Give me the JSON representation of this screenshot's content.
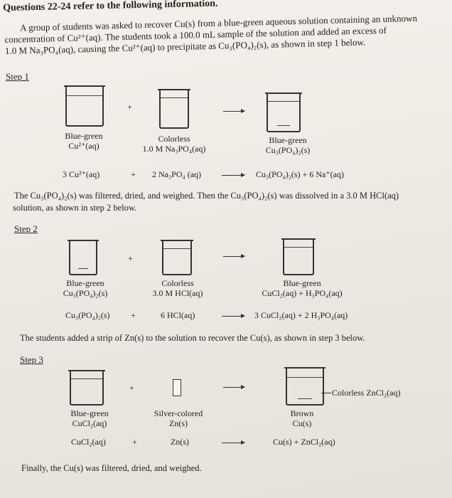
{
  "title": "Questions 22-24 refer to the following information.",
  "intro": {
    "line1": "A group of students was asked to recover Cu(s) from a blue-green aqueous solution containing an unknown",
    "line2": "concentration of Cu²⁺(aq). The students took a 100.0 mL sample of the solution and added an excess of",
    "line3": "1.0 M Na₃PO₄(aq), causing the Cu²⁺(aq) to precipitate as Cu₃(PO₄)₂(s), as shown in step 1 below."
  },
  "step1": {
    "label": "Step 1",
    "items": [
      {
        "color": "Blue-green",
        "substance": "Cu²⁺(aq)"
      },
      {
        "color": "Colorless",
        "substance": "1.0 M Na₃PO₄(aq)"
      },
      {
        "color": "Blue-green",
        "substance": "Cu₃(PO₄)₂(s)"
      }
    ],
    "plus": "+",
    "equation": {
      "reactant1": "3 Cu²⁺(aq)",
      "plus": "+",
      "reactant2": "2 Na₃PO₄ (aq)",
      "products": "Cu₃(PO₄)₂(s) + 6 Na⁺(aq)"
    }
  },
  "middle_text": {
    "line1": "The Cu₃(PO₄)₂(s) was filtered, dried, and weighed. Then the Cu₃(PO₄)₂(s) was dissolved in a 3.0 M HCl(aq)",
    "line2": "solution, as shown in step 2 below."
  },
  "step2": {
    "label": "Step 2",
    "items": [
      {
        "color": "Blue-green",
        "substance": "Cu₃(PO₄)₂(s)"
      },
      {
        "color": "Colorless",
        "substance": "3.0 M HCl(aq)"
      },
      {
        "color": "Blue-green",
        "substance": "CuCl₂(aq) + H₃PO₄(aq)"
      }
    ],
    "plus": "+",
    "equation": {
      "reactant1": "Cu₃(PO₄)₂(s)",
      "plus": "+",
      "reactant2": "6 HCl(aq)",
      "products": "3 CuCl₂(aq) + 2 H₃PO₄(aq)"
    }
  },
  "step3_text": "The students added a strip of Zn(s) to the solution to recover the Cu(s), as shown in step 3 below.",
  "step3": {
    "label": "Step 3",
    "items": [
      {
        "color": "Blue-green",
        "substance": "CuCl₂(aq)"
      },
      {
        "color": "Silver-colored",
        "substance": "Zn(s)"
      },
      {
        "color": "Brown",
        "substance": "Cu(s)"
      }
    ],
    "callout": "Colorless ZnCl₂(aq)",
    "plus": "+",
    "equation": {
      "reactant1": "CuCl₂(aq)",
      "plus": "+",
      "reactant2": "Zn(s)",
      "products": "Cu(s) + ZnCl₂(aq)"
    }
  },
  "final_text": "Finally, the Cu(s) was filtered, dried, and weighed."
}
